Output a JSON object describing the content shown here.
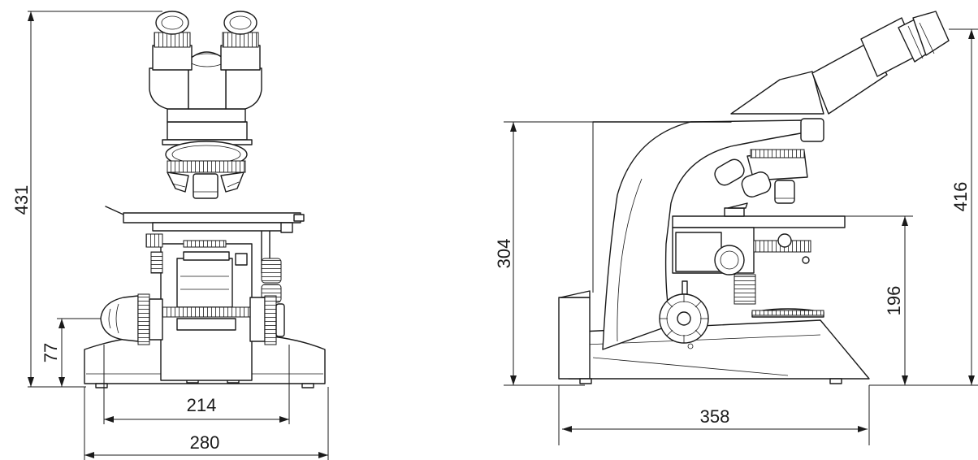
{
  "front_view": {
    "dimensions": {
      "total_height": "431",
      "focus_knob_height": "77",
      "inner_base_width": "214",
      "base_width": "280"
    }
  },
  "side_view": {
    "dimensions": {
      "stand_height": "304",
      "stage_height": "196",
      "total_height": "416",
      "base_depth": "358"
    }
  }
}
